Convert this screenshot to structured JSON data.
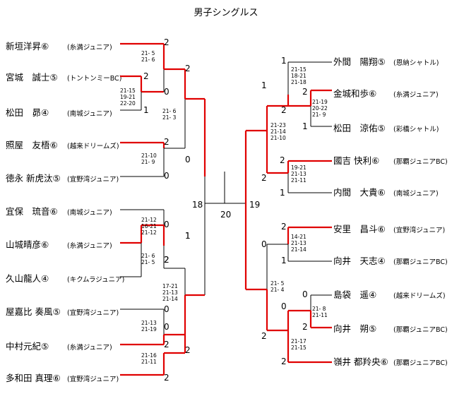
{
  "title": "男子シングルス",
  "final": {
    "left_seed": "18",
    "right_seed": "19",
    "center": "20"
  },
  "left_players": [
    {
      "name": "新垣洋昇⑥",
      "club": "(糸満ジュニア)"
    },
    {
      "name": "宮城　誠士⑤",
      "club": "(トントンミーBC)"
    },
    {
      "name": "松田　昴④",
      "club": "(南城ジュニア)"
    },
    {
      "name": "照屋　友梧⑥",
      "club": "(越来ドリームズ)"
    },
    {
      "name": "徳永 新虎汰⑤",
      "club": "(宜野湾ジュニア)"
    },
    {
      "name": "宜保　琉音⑥",
      "club": "(南城ジュニア)"
    },
    {
      "name": "山城晴彦⑥",
      "club": "(糸満ジュニア)"
    },
    {
      "name": "久山龍人④",
      "club": "(キクムラジュニア)"
    },
    {
      "name": "屋嘉比 奏風⑤",
      "club": "(宜野湾ジュニア)"
    },
    {
      "name": "中村元紀⑤",
      "club": "(糸満ジュニア)"
    },
    {
      "name": "多和田 真理⑥",
      "club": "(宜野湾ジュニア)"
    }
  ],
  "right_players": [
    {
      "name": "外間　陽翔⑤",
      "club": "(恩納シャトル)"
    },
    {
      "name": "金城和歩⑥",
      "club": "(糸満ジュニア)"
    },
    {
      "name": "松田　涼佑⑤",
      "club": "(彩橋シャトル)"
    },
    {
      "name": "國吉 快利⑥",
      "club": "(那覇ジュニアBC)"
    },
    {
      "name": "内間　大貴⑥",
      "club": "(南城ジュニア)"
    },
    {
      "name": "安里　昌斗⑥",
      "club": "(宜野湾ジュニア)"
    },
    {
      "name": "向井　天志④",
      "club": "(那覇ジュニアBC)"
    },
    {
      "name": "島袋　遥④",
      "club": "(越来ドリームズ)"
    },
    {
      "name": "向井　朔⑤",
      "club": "(那覇ジュニアBC)"
    },
    {
      "name": "嶺井 都羚央⑥",
      "club": "(那覇ジュニアBC)"
    }
  ],
  "left_matches": [
    {
      "games": [
        "21- 5",
        "21- 6"
      ],
      "top": "2",
      "bottom": "0"
    },
    {
      "games": [
        "21-15",
        "19-21",
        "22-20"
      ],
      "top": "2",
      "bottom": "1"
    },
    {
      "games": [
        "21- 6",
        "21- 3"
      ],
      "top": "2",
      "bottom": "0"
    },
    {
      "games": [
        "21-10",
        "21- 9"
      ],
      "top": "2",
      "bottom": "0"
    },
    {
      "games": [
        "21- 6",
        "21- 5"
      ],
      "top": "0",
      "bottom": "2"
    },
    {
      "games": [
        "21-12",
        "16-21",
        "21-12"
      ],
      "top": "1",
      "bottom": "2"
    },
    {
      "games": [
        "21-13",
        "21-19"
      ],
      "top": "0",
      "bottom": "2"
    },
    {
      "games": [
        "21-16",
        "21-11"
      ],
      "top": "0",
      "bottom": "2"
    },
    {
      "games": [
        "17-21",
        "21-13",
        "21-14"
      ],
      "top": "1",
      "bottom": "2"
    }
  ],
  "right_matches": [
    {
      "games": [
        "21-19",
        "20-22",
        "21- 9"
      ],
      "top": "2",
      "bottom": "1"
    },
    {
      "games": [
        "21-15",
        "18-21",
        "21-18"
      ],
      "top": "1",
      "bottom": "2"
    },
    {
      "games": [
        "19-21",
        "21-13",
        "21-11"
      ],
      "top": "2",
      "bottom": "1"
    },
    {
      "games": [
        "21-23",
        "21-14",
        "21-10"
      ],
      "top": "1",
      "bottom": "2"
    },
    {
      "games": [
        "14-21",
        "21-13",
        "21-14"
      ],
      "top": "2",
      "bottom": "1"
    },
    {
      "games": [
        "21- 8",
        "21-11"
      ],
      "top": "0",
      "bottom": "2"
    },
    {
      "games": [
        "21-17",
        "21-15"
      ],
      "top": "0",
      "bottom": "2"
    },
    {
      "games": [
        "21- 5",
        "21- 4"
      ],
      "top": "0",
      "bottom": "2"
    }
  ]
}
